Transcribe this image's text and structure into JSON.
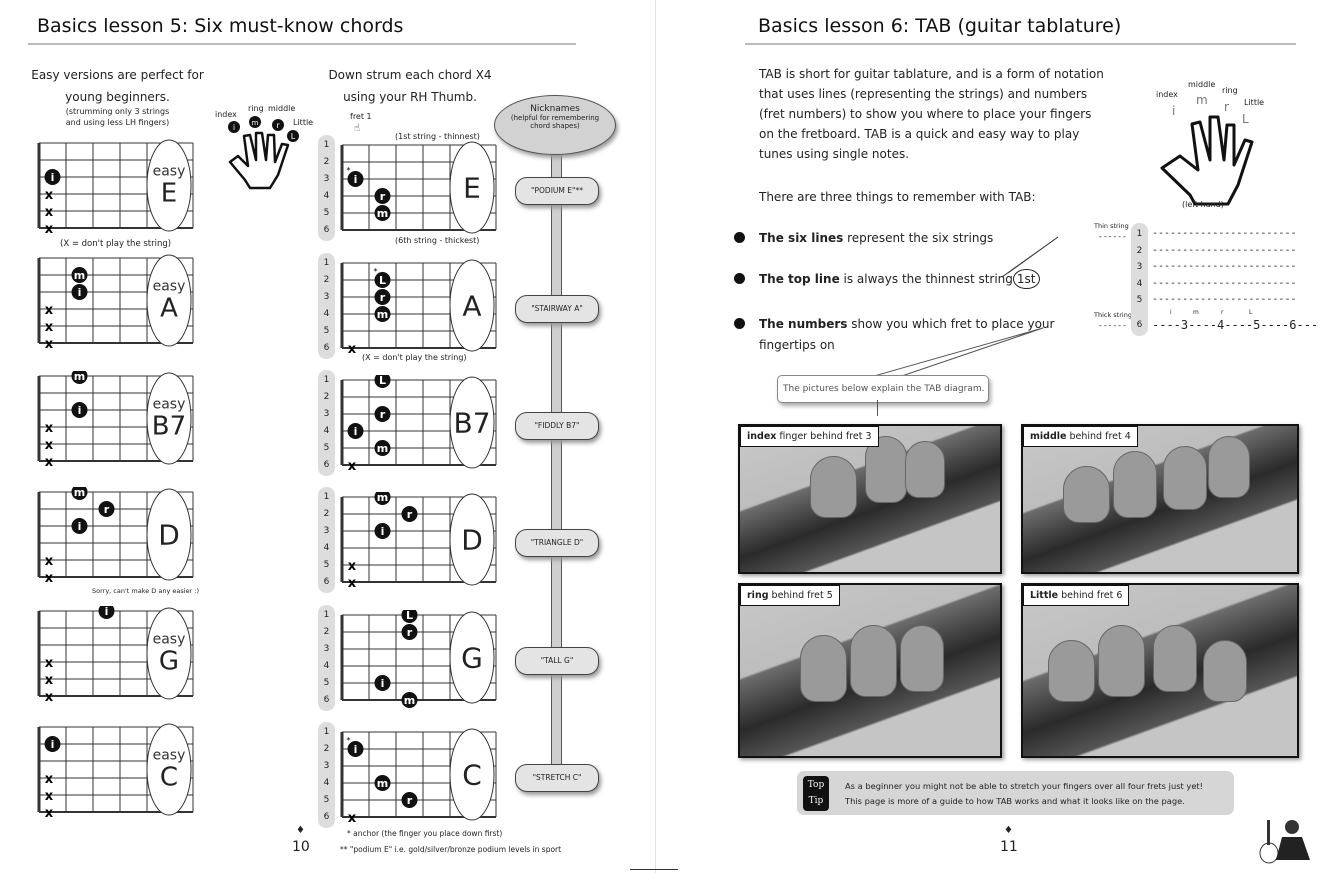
{
  "left_page": {
    "title": "Basics lesson 5: Six must-know chords",
    "easy_heading": [
      "Easy versions are perfect for",
      "young beginners."
    ],
    "easy_sub": [
      "(strumming only 3 strings",
      "and using less LH fingers)"
    ],
    "strum_heading": [
      "Down strum each chord X4",
      "using your RH Thumb."
    ],
    "hand_labels": {
      "index": "index",
      "ring": "ring",
      "middle": "middle",
      "little": "Little"
    },
    "fret1": "fret 1",
    "first_string": "(1st string - thinnest)",
    "sixth_string": "(6th string - thickest)",
    "x_note": "(X = don't play the string)",
    "x_note2": "(X = don't play the string)",
    "d_note": "Sorry, can't make D any easier :)",
    "nicknames_title": "Nicknames",
    "nicknames_sub": [
      "(helpful for remembering",
      "chord shapes)"
    ],
    "string_numbers": [
      "1",
      "2",
      "3",
      "4",
      "5",
      "6"
    ],
    "easy_chords": [
      {
        "easy": "easy",
        "name": "E",
        "dots": [
          [
            3,
            1,
            "i"
          ]
        ],
        "x": [
          4,
          5,
          6
        ]
      },
      {
        "easy": "easy",
        "name": "A",
        "dots": [
          [
            2,
            2,
            "m"
          ],
          [
            3,
            2,
            "i"
          ]
        ],
        "x": [
          4,
          5,
          6
        ]
      },
      {
        "easy": "easy",
        "name": "B7",
        "dots": [
          [
            1,
            2,
            "m"
          ],
          [
            3,
            2,
            "i"
          ]
        ],
        "x": [
          4,
          5,
          6
        ]
      },
      {
        "easy": "",
        "name": "D",
        "dots": [
          [
            1,
            2,
            "m"
          ],
          [
            2,
            3,
            "r"
          ],
          [
            3,
            2,
            "i"
          ]
        ],
        "x": [
          5,
          6
        ]
      },
      {
        "easy": "easy",
        "name": "G",
        "dots": [
          [
            1,
            3,
            "i"
          ]
        ],
        "x": [
          4,
          5,
          6
        ]
      },
      {
        "easy": "easy",
        "name": "C",
        "dots": [
          [
            2,
            1,
            "i"
          ]
        ],
        "x": [
          4,
          5,
          6
        ]
      }
    ],
    "full_chords": [
      {
        "name": "E",
        "nickname": "\"PODIUM E\"**",
        "anchor": "i",
        "dots": [
          [
            3,
            1,
            "i"
          ],
          [
            4,
            2,
            "r"
          ],
          [
            5,
            2,
            "m"
          ]
        ],
        "x": []
      },
      {
        "name": "A",
        "nickname": "\"STAIRWAY A\"",
        "anchor": "L",
        "dots": [
          [
            2,
            2,
            "L"
          ],
          [
            3,
            2,
            "r"
          ],
          [
            4,
            2,
            "m"
          ]
        ],
        "x": [
          6
        ]
      },
      {
        "name": "B7",
        "nickname": "\"FIDDLY B7\"",
        "anchor": "L",
        "dots": [
          [
            1,
            2,
            "L"
          ],
          [
            3,
            2,
            "r"
          ],
          [
            4,
            1,
            "i"
          ],
          [
            5,
            2,
            "m"
          ]
        ],
        "x": [
          6
        ]
      },
      {
        "name": "D",
        "nickname": "\"TRIANGLE D\"",
        "anchor": "m",
        "dots": [
          [
            1,
            2,
            "m"
          ],
          [
            2,
            3,
            "r"
          ],
          [
            3,
            2,
            "i"
          ]
        ],
        "x": [
          5,
          6
        ]
      },
      {
        "name": "G",
        "nickname": "\"TALL G\"",
        "anchor": "L",
        "dots": [
          [
            1,
            3,
            "L"
          ],
          [
            2,
            3,
            "r"
          ],
          [
            5,
            2,
            "i"
          ],
          [
            6,
            3,
            "m"
          ]
        ],
        "x": []
      },
      {
        "name": "C",
        "nickname": "\"STRETCH C\"",
        "anchor": "i",
        "dots": [
          [
            2,
            1,
            "i"
          ],
          [
            4,
            2,
            "m"
          ],
          [
            5,
            3,
            "r"
          ]
        ],
        "x": [
          6
        ]
      }
    ],
    "footnote1": "* anchor (the finger you place down first)",
    "footnote2": "** \"podium E\" i.e. gold/silver/bronze podium levels in sport",
    "page_number": "10"
  },
  "right_page": {
    "title": "Basics lesson 6: TAB (guitar tablature)",
    "intro": [
      "TAB is short for guitar tablature, and is a form of notation",
      "that uses lines (representing the strings) and numbers",
      "(fret numbers) to show you where to place your fingers",
      "on the fretboard. TAB is a quick and easy way to play",
      "tunes using single notes."
    ],
    "three_things": "There are three things to remember with TAB:",
    "bullets": [
      {
        "bold": "The six lines",
        "rest": " represent the six strings"
      },
      {
        "bold": "The top line",
        "rest": " is always the thinnest string",
        "callout": "1st"
      },
      {
        "bold": "The numbers",
        "rest": " show you which fret to place your",
        "rest2": "fingertips on"
      }
    ],
    "hand_labels": {
      "index": "index",
      "middle": "middle",
      "ring": "ring",
      "little": "Little",
      "i": "i",
      "m": "m",
      "r": "r",
      "L": "L",
      "caption": "(left hand)"
    },
    "tab": {
      "thin": "Thin string",
      "thick": "Thick string",
      "left_dash": "------",
      "lines": [
        "------------------------",
        "------------------------",
        "------------------------",
        "------------------------",
        "------------------------",
        "----3----4----5----6---"
      ],
      "finger_letters": [
        "i",
        "m",
        "r",
        "L"
      ]
    },
    "speech": "The pictures below explain the TAB diagram.",
    "photos": [
      {
        "bold": "index",
        "rest": " finger behind fret 3"
      },
      {
        "bold": "middle",
        "rest": " behind fret 4"
      },
      {
        "bold": "ring",
        "rest": " behind fret 5"
      },
      {
        "bold": "Little",
        "rest": " behind fret 6"
      }
    ],
    "tip_badge": [
      "Top",
      "Tip"
    ],
    "tip_lines": [
      "As a beginner you might not be able to stretch your fingers over all four frets just yet!",
      "This page is more of a guide to how TAB works and what it looks like on the page."
    ],
    "page_number": "11"
  }
}
